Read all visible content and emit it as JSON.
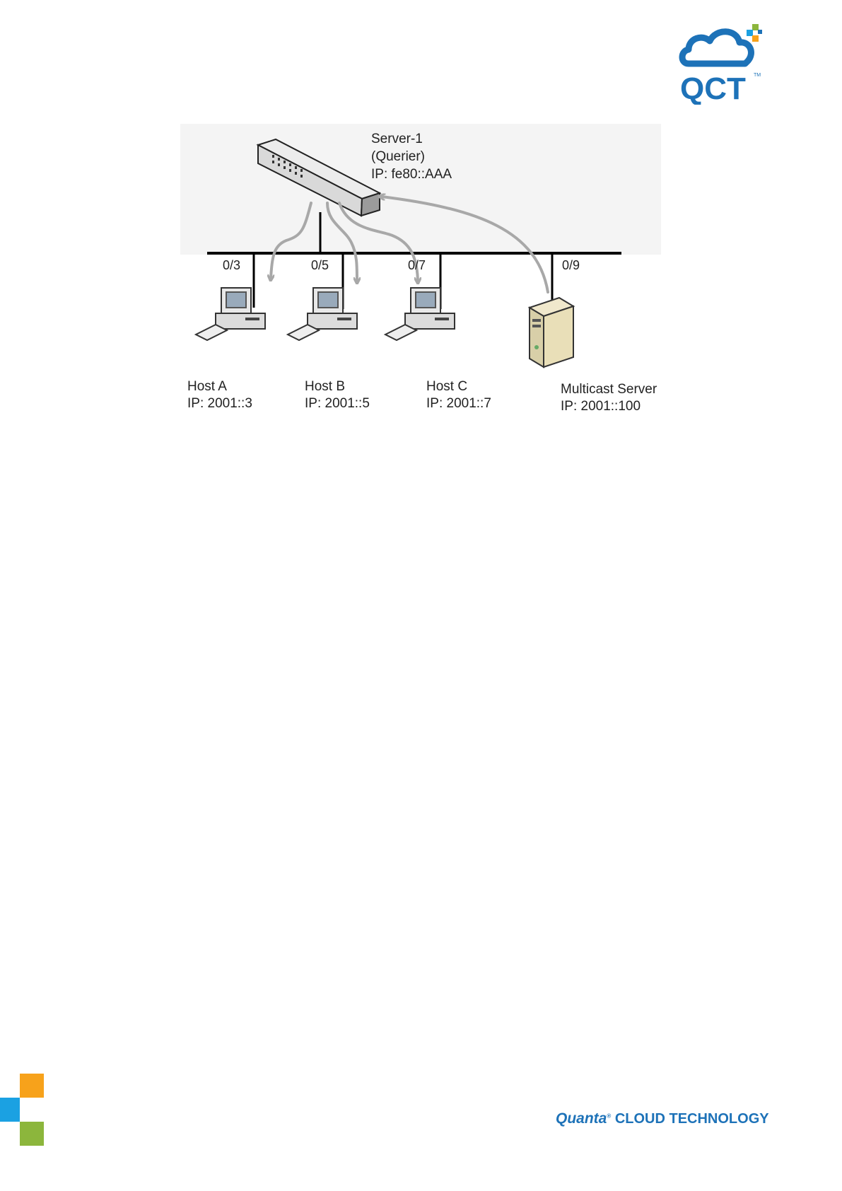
{
  "brand": {
    "logo_text": "QCT",
    "trademark": "TM",
    "footer_quanta": "Quanta",
    "footer_tm": "®",
    "footer_rest": "CLOUD TECHNOLOGY",
    "colors": {
      "blue": "#1d72b8",
      "orange": "#f7a21b",
      "cyan": "#1ba1e2",
      "green": "#8cb63c"
    }
  },
  "diagram": {
    "switch": {
      "name": "Server-1",
      "role": "(Querier)",
      "ip": "IP: fe80::AAA"
    },
    "ports": [
      "0/3",
      "0/5",
      "0/7",
      "0/9"
    ],
    "hosts": [
      {
        "name": "Host A",
        "ip": "IP: 2001::3"
      },
      {
        "name": "Host B",
        "ip": "IP: 2001::5"
      },
      {
        "name": "Host C",
        "ip": "IP: 2001::7"
      }
    ],
    "multicast_server": {
      "name": "Multicast Server",
      "ip": "IP: 2001::100"
    }
  }
}
